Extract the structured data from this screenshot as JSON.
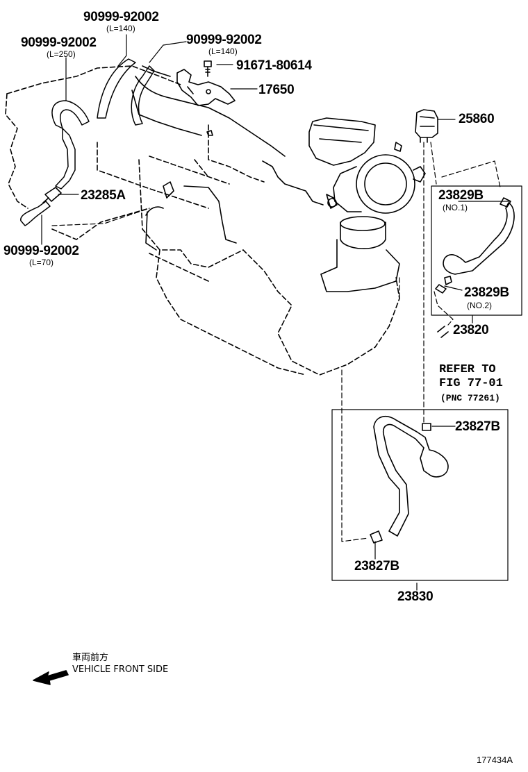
{
  "labels": {
    "hose_top": "90999-92002",
    "hose_top_len": "(L=140)",
    "hose_left": "90999-92002",
    "hose_left_len": "(L=250)",
    "hose_right": "90999-92002",
    "hose_right_len": "(L=140)",
    "bolt": "91671-80614",
    "bracket": "17650",
    "valve": "25860",
    "filter": "23285A",
    "hose_bottom": "90999-92002",
    "hose_bottom_len": "(L=70)",
    "clamp_no1": "23829B",
    "clamp_no1_sub": "(NO.1)",
    "clamp_no2": "23829B",
    "clamp_no2_sub": "(NO.2)",
    "hose_sub_a": "23820",
    "clamp_upper": "23827B",
    "clamp_lower": "23827B",
    "hose_sub_b": "23830"
  },
  "refer": {
    "line1": "REFER TO",
    "line2": "FIG 77-01",
    "line3": "(PNC 77261)"
  },
  "direction": {
    "japanese": "車両前方",
    "english": "VEHICLE FRONT SIDE"
  },
  "figure_id": "177434A"
}
